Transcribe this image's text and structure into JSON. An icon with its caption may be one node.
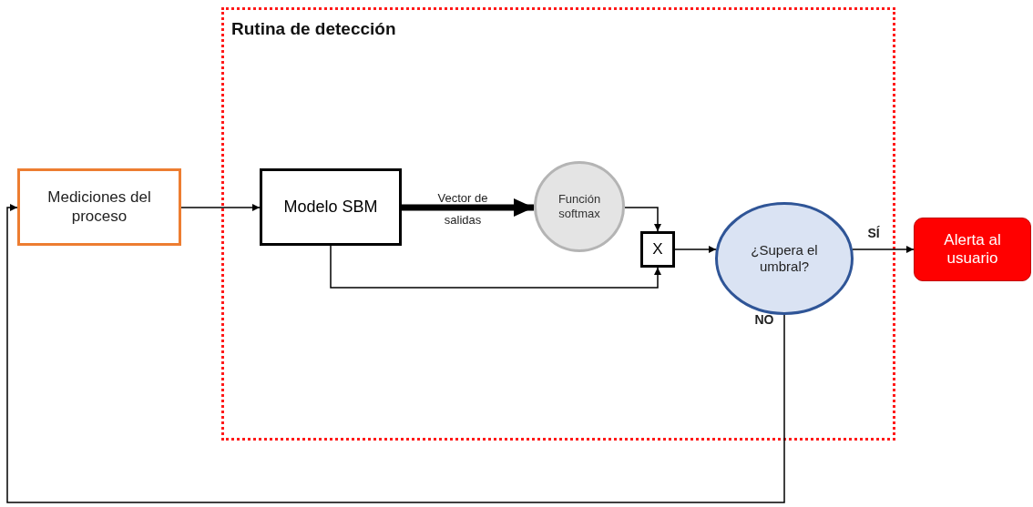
{
  "diagram": {
    "nodes": [
      {
        "text": [
          "Rutina de detección"
        ]
      },
      {
        "text": [
          "Mediciones del proceso"
        ]
      },
      {
        "text": [
          "Modelo SBM"
        ],
        "in": 0
      },
      {
        "text": [
          "Función softmax"
        ],
        "in": 0
      },
      {
        "text": [
          "X"
        ],
        "in": 0
      },
      {
        "text": [
          "¿Supera el umbral?"
        ],
        "in": 0
      },
      {
        "text": [
          "Alerta al usuario"
        ]
      }
    ],
    "edges": [
      {
        "from": 1,
        "to": 2,
        "arrow": "to"
      },
      {
        "from": 2,
        "to": 3,
        "arrow": "to",
        "label": "Vector de salidas",
        "style": "thick"
      },
      {
        "from": 3,
        "to": 4,
        "arrow": "to"
      },
      {
        "from": 2,
        "to": 4,
        "arrow": "to"
      },
      {
        "from": 4,
        "to": 5,
        "arrow": "to"
      },
      {
        "from": 5,
        "to": 6,
        "arrow": "to",
        "label": "SÍ"
      },
      {
        "from": 5,
        "to": 1,
        "arrow": "to",
        "label": "NO"
      }
    ]
  }
}
